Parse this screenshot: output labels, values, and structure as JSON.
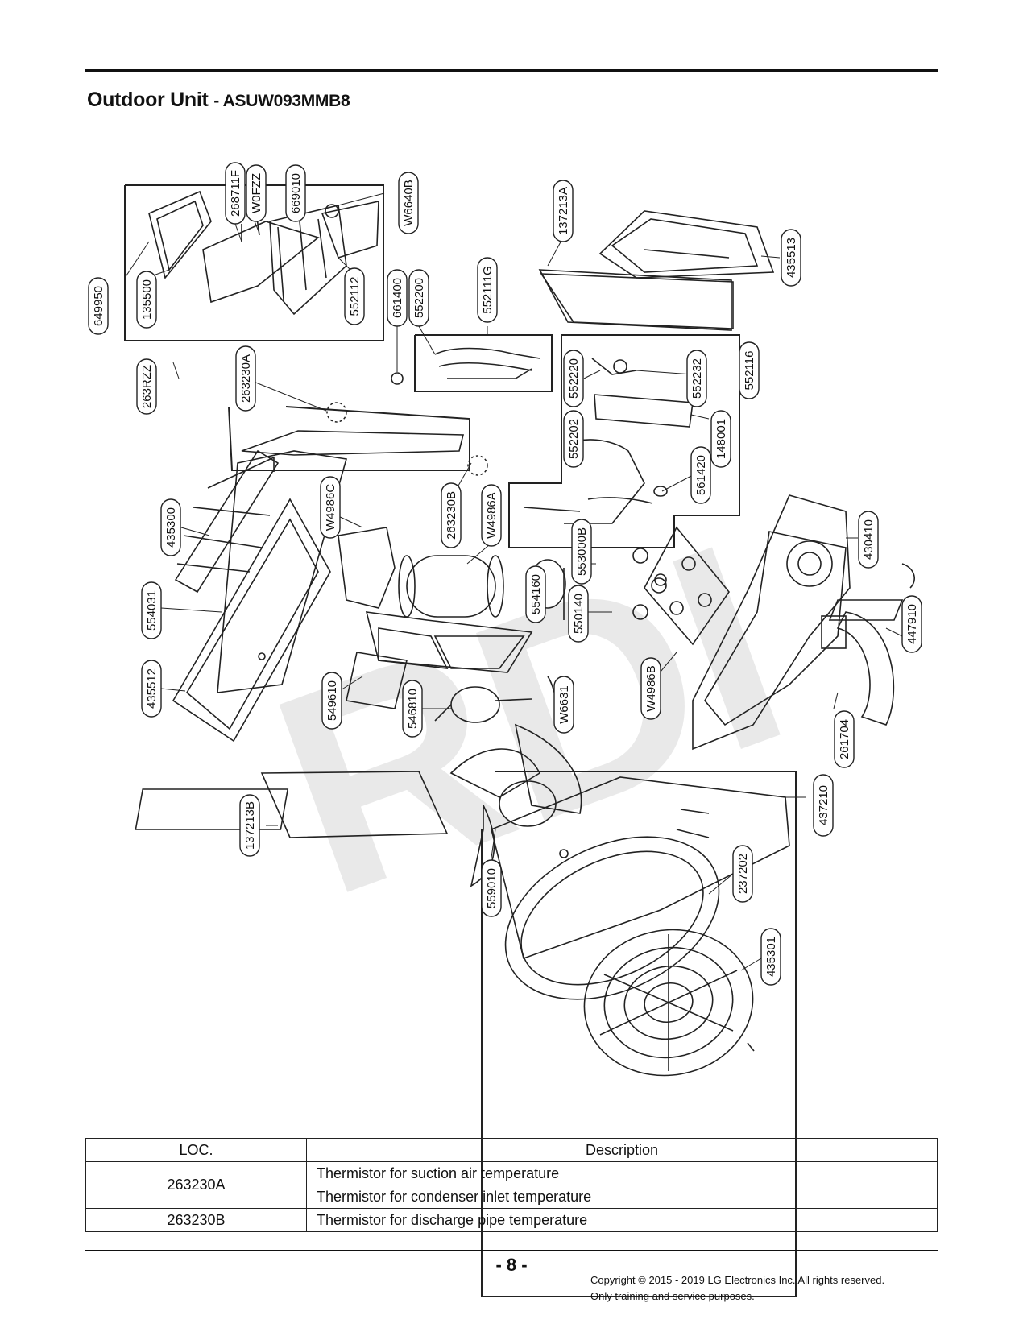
{
  "header": {
    "title": "Outdoor Unit",
    "model": "- ASUW093MMB8"
  },
  "diagram": {
    "watermark": "RDI",
    "part_labels": [
      "649950",
      "135500",
      "268711F",
      "W0FZZ",
      "669010",
      "W6640B",
      "552112",
      "661400",
      "552200",
      "552116",
      "137213A",
      "435513",
      "263RZZ",
      "263230A",
      "552220",
      "552232",
      "552111G",
      "552202",
      "148001",
      "561420",
      "435300",
      "W4986C",
      "263230B",
      "W4986A",
      "553000B",
      "430410",
      "554031",
      "554160",
      "447910",
      "435512",
      "549610",
      "546810",
      "550140",
      "W6631",
      "W4986B",
      "261704",
      "137213B",
      "559010",
      "437210",
      "237202",
      "435301"
    ]
  },
  "table": {
    "headers": [
      "LOC.",
      "Description"
    ],
    "rows": [
      {
        "loc": "263230A",
        "descriptions": [
          "Thermistor for suction air temperature",
          "Thermistor for condenser inlet temperature"
        ]
      },
      {
        "loc": "263230B",
        "descriptions": [
          "Thermistor for discharge pipe temperature"
        ]
      }
    ]
  },
  "footer": {
    "page_number": "- 8 -",
    "copyright_line1": "Copyright © 2015 - 2019 LG Electronics Inc. All rights reserved.",
    "copyright_line2": "Only training and service purposes."
  }
}
